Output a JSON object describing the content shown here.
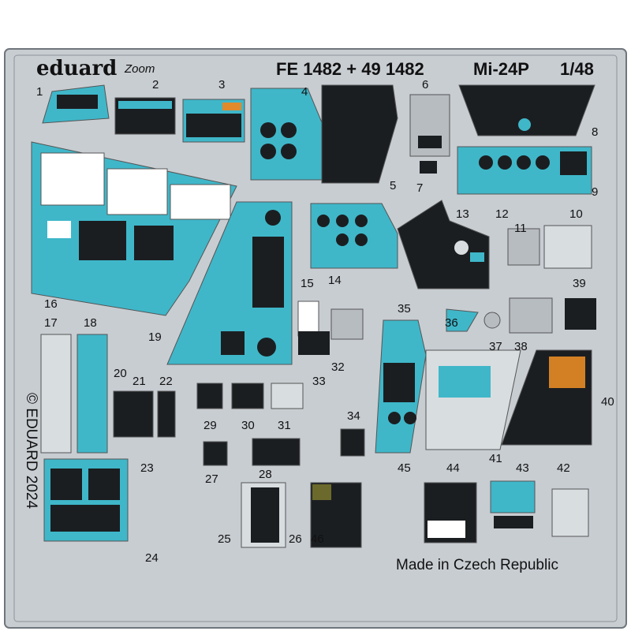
{
  "header": {
    "brand": "eduard",
    "brand_sub": "Zoom",
    "code": "FE 1482 + 49 1482",
    "model": "Mi-24P",
    "scale": "1/48"
  },
  "footer": {
    "origin": "Made in Czech Republic",
    "copyright": "© EDUARD 2024"
  },
  "part_numbers": [
    "1",
    "2",
    "3",
    "4",
    "5",
    "6",
    "7",
    "8",
    "9",
    "10",
    "11",
    "12",
    "13",
    "14",
    "15",
    "16",
    "17",
    "18",
    "19",
    "20",
    "21",
    "22",
    "23",
    "24",
    "25",
    "26",
    "27",
    "28",
    "29",
    "30",
    "31",
    "32",
    "33",
    "34",
    "35",
    "36",
    "37",
    "38",
    "39",
    "40",
    "41",
    "42",
    "43",
    "44",
    "45",
    "46"
  ],
  "colors": {
    "fret": "#c8cdd2",
    "fret_edge": "#6f767c",
    "panel_cyan": "#3fb7c9",
    "panel_dark": "#1b1e21",
    "bg": "#ffffff"
  }
}
